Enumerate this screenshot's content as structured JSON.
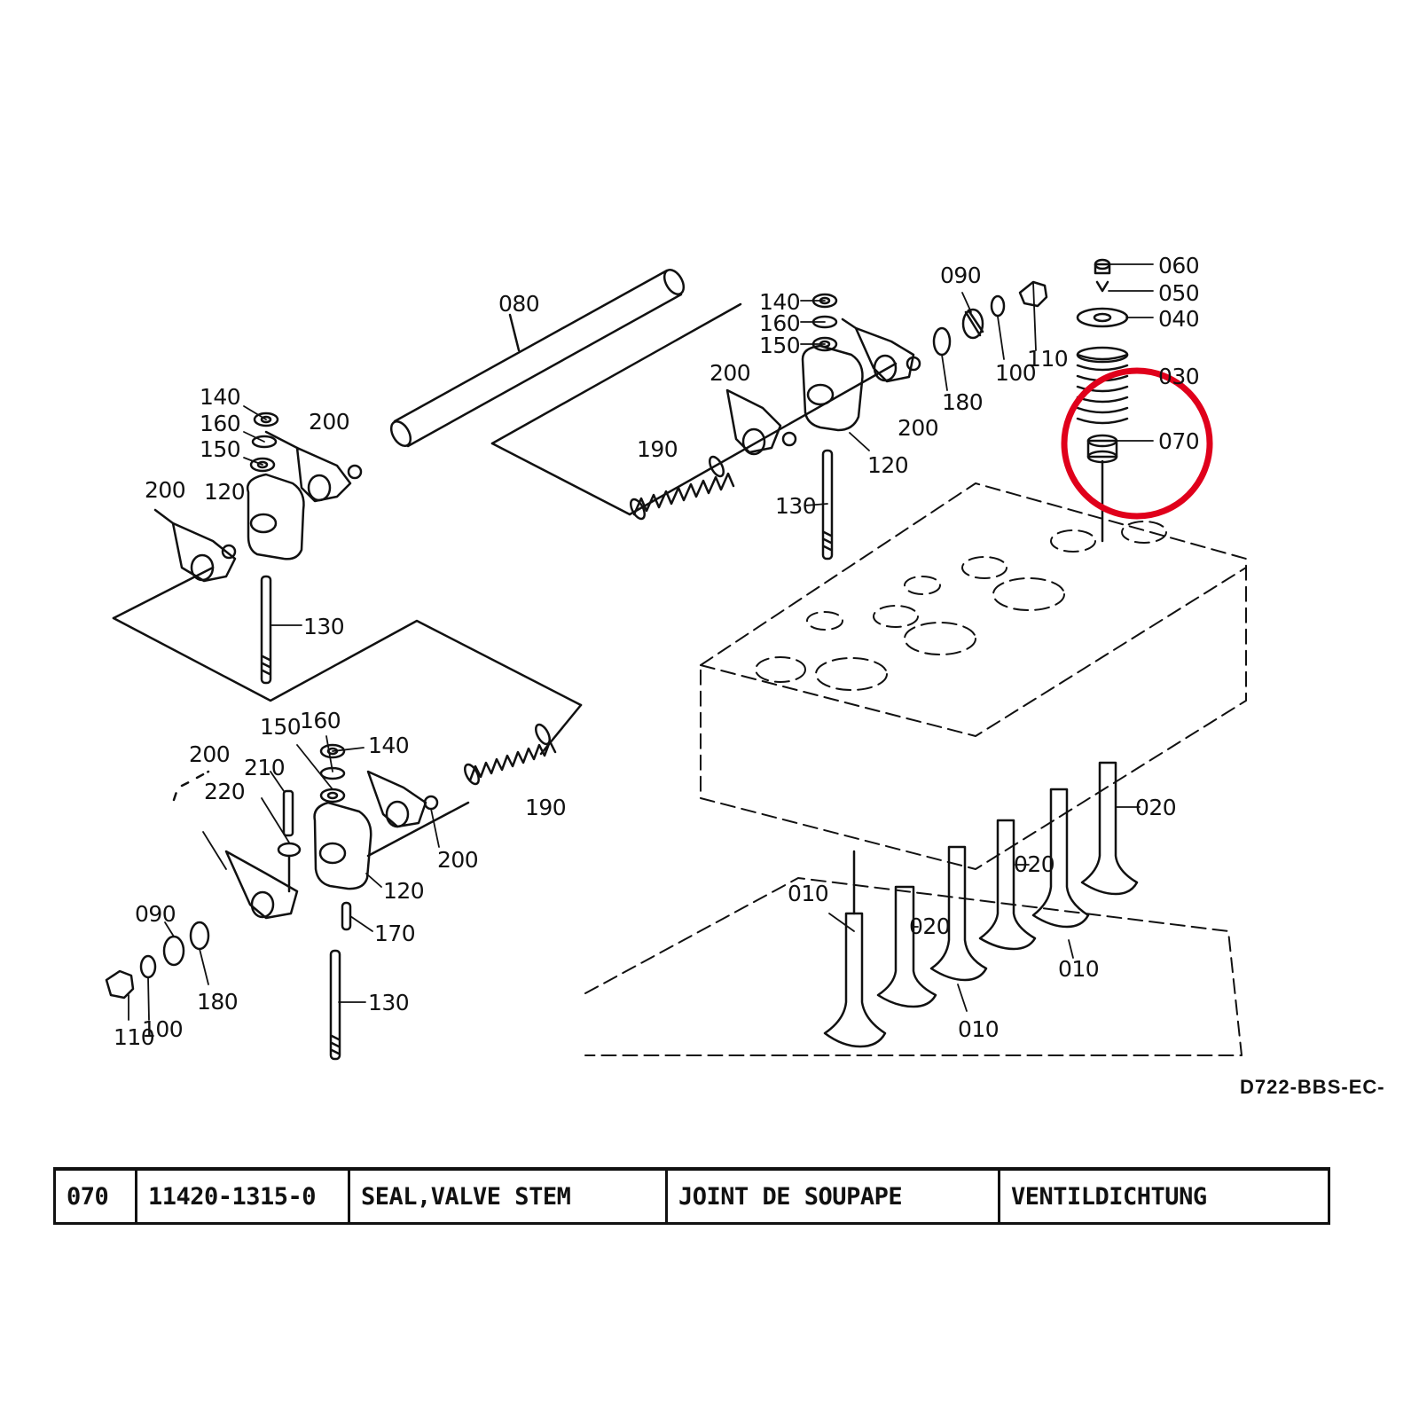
{
  "diagram": {
    "drawing_code": "D722-BBS-EC-",
    "highlight_color": "#e0001b",
    "highlighted_part": "070",
    "callouts": {
      "c080": "080",
      "c140a": "140",
      "c160a": "160",
      "c150a": "150",
      "c200a": "200",
      "c200b": "200",
      "c120a": "120",
      "c130a": "130",
      "c140b": "140",
      "c160b": "160",
      "c150b": "150",
      "c200c": "200",
      "c120b": "120",
      "c130b": "130",
      "c190a": "190",
      "c090a": "090",
      "c100a": "100",
      "c110a": "110",
      "c180a": "180",
      "c200d": "200",
      "c060": "060",
      "c050": "050",
      "c040": "040",
      "c030": "030",
      "c070": "070",
      "c150c": "150",
      "c160c": "160",
      "c140c": "140",
      "c200e": "200",
      "c210": "210",
      "c220": "220",
      "c190b": "190",
      "c200f": "200",
      "c120c": "120",
      "c170": "170",
      "c130c": "130",
      "c090b": "090",
      "c180b": "180",
      "c110b": "110",
      "c100b": "100",
      "c010a": "010",
      "c020a": "020",
      "c010b": "010",
      "c020b": "020",
      "c010c": "010",
      "c020c": "020"
    }
  },
  "parts_table": {
    "ref": "070",
    "part_number": "11420-1315-0",
    "name_en": "SEAL,VALVE STEM",
    "name_fr": "JOINT DE SOUPAPE",
    "name_de": "VENTILDICHTUNG"
  }
}
